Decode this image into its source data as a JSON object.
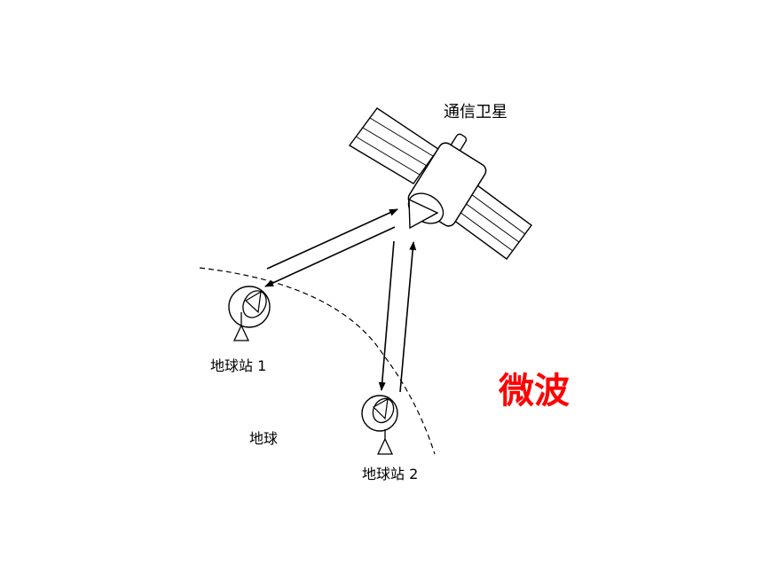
{
  "labels": {
    "satellite": "通信卫星",
    "station1": "地球站 1",
    "station2": "地球站 2",
    "earth": "地球"
  },
  "title": {
    "text": "微波",
    "color": "#ff0000"
  },
  "colors": {
    "line": "#000000",
    "background": "#ffffff"
  }
}
